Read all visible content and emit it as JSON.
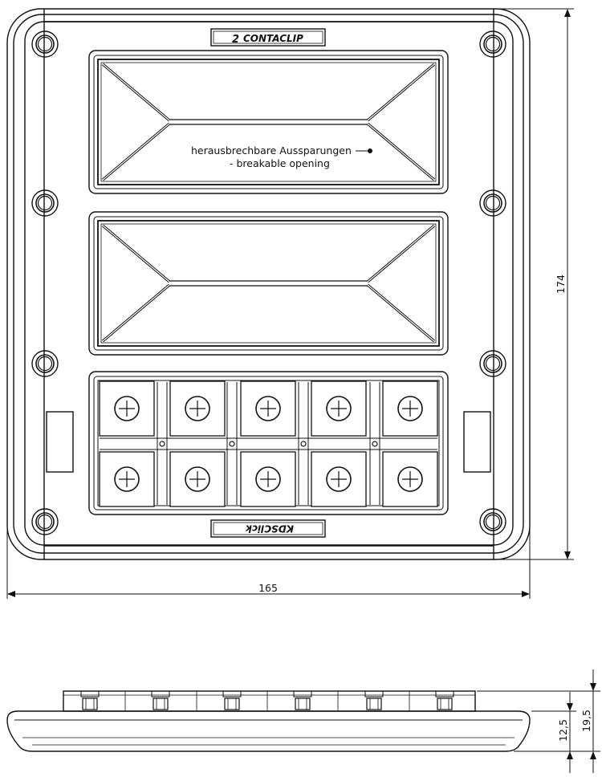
{
  "labels": {
    "brand_top": "CONTACLIP",
    "brand_bottom": "KDSClick",
    "callout_de": "herausbrechbare Aussparungen",
    "callout_en": "- breakable opening"
  },
  "dimensions": {
    "width": "165",
    "height": "174",
    "depth_total": "19,5",
    "depth_base": "12,5"
  },
  "colors": {
    "line": "#111111",
    "background": "#ffffff"
  }
}
